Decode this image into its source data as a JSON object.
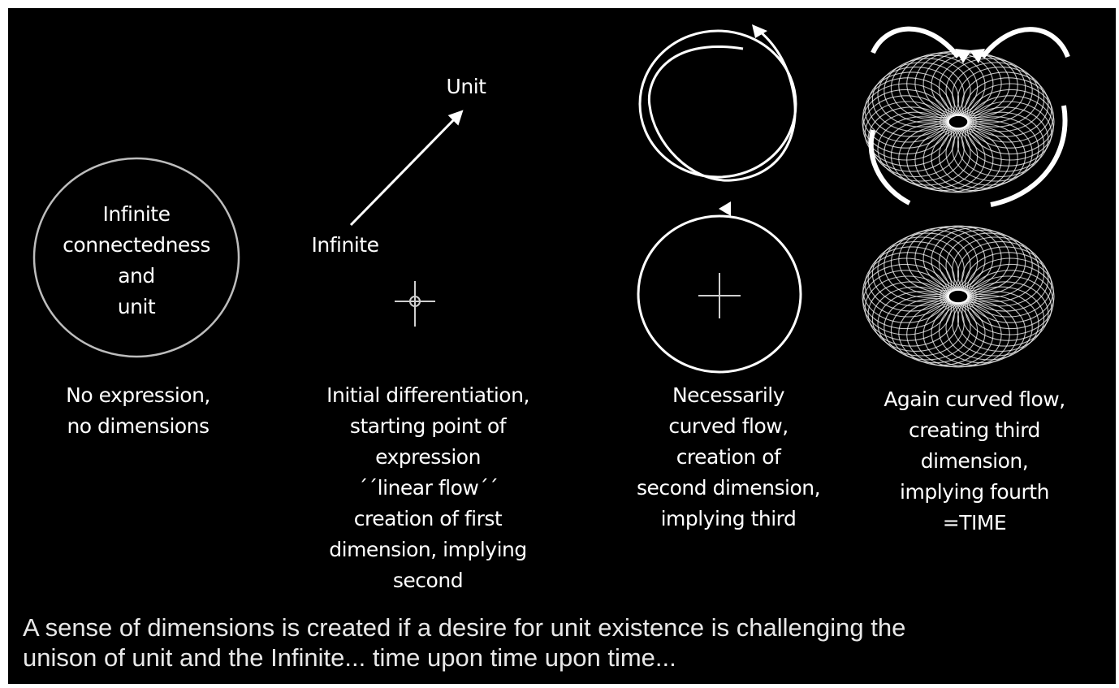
{
  "colors": {
    "background": "#000000",
    "foreground": "#ffffff",
    "frame": "#ffffff"
  },
  "stage1": {
    "circle_text": "Infinite\nconnectedness\nand\nunit",
    "caption": "No expression,\nno dimensions"
  },
  "stage2": {
    "arrow_end_label": "Unit",
    "arrow_start_label": "Infinite",
    "caption": "Initial differentiation,\nstarting point of\nexpression\n´´linear flow´´\ncreation of first\ndimension, implying\nsecond"
  },
  "stage3": {
    "caption": "Necessarily\ncurved flow,\ncreation of\nsecond dimension,\nimplying third"
  },
  "stage4": {
    "caption": "Again curved flow,\ncreating third\ndimension,\nimplying fourth\n=TIME"
  },
  "footer": {
    "text": "A sense of dimensions is created if a desire for unit existence is challenging the\nunison of unit and the Infinite... time upon time upon time..."
  }
}
